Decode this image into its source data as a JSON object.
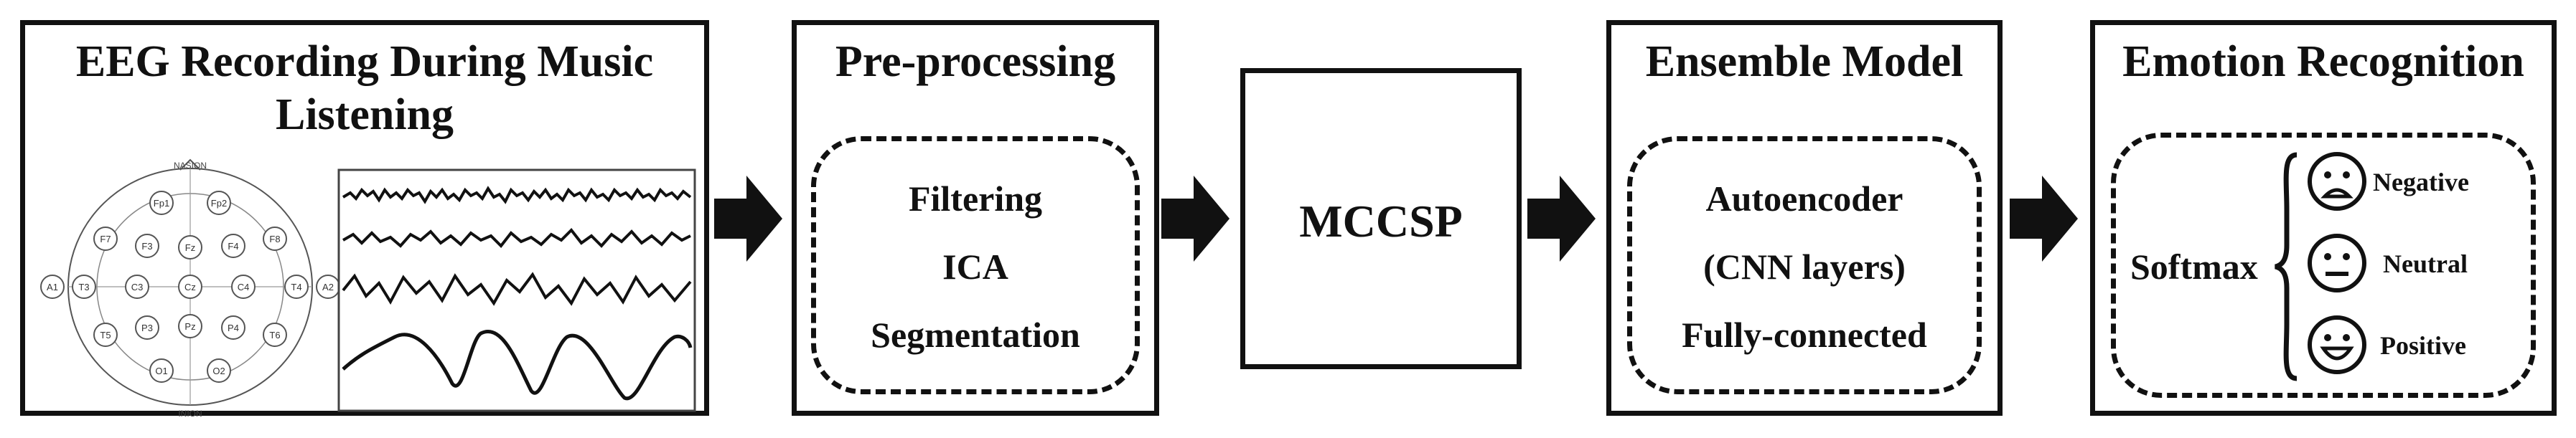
{
  "stages": {
    "eeg": {
      "title_line1": "EEG Recording During Music",
      "title_line2": "Listening",
      "electrodes": [
        "Fp1",
        "Fp2",
        "F7",
        "F3",
        "Fz",
        "F4",
        "F8",
        "A1",
        "T3",
        "C3",
        "Cz",
        "C4",
        "T4",
        "A2",
        "T5",
        "P3",
        "Pz",
        "P4",
        "T6",
        "O1",
        "O2"
      ],
      "nasion": "NASION",
      "inion": "INION"
    },
    "preprocessing": {
      "title": "Pre-processing",
      "items": [
        "Filtering",
        "ICA",
        "Segmentation"
      ]
    },
    "mccsp": {
      "label": "MCCSP"
    },
    "ensemble": {
      "title": "Ensemble Model",
      "items": [
        "Autoencoder",
        "(CNN layers)",
        "Fully-connected"
      ]
    },
    "emotion": {
      "title": "Emotion Recognition",
      "softmax": "Softmax",
      "classes": [
        "Negative",
        "Neutral",
        "Positive"
      ]
    }
  },
  "colors": {
    "stroke": "#111111",
    "background": "#ffffff"
  },
  "icons": [
    "arrow-right-icon",
    "sad-face-icon",
    "neutral-face-icon",
    "happy-face-icon",
    "curly-brace-icon"
  ]
}
